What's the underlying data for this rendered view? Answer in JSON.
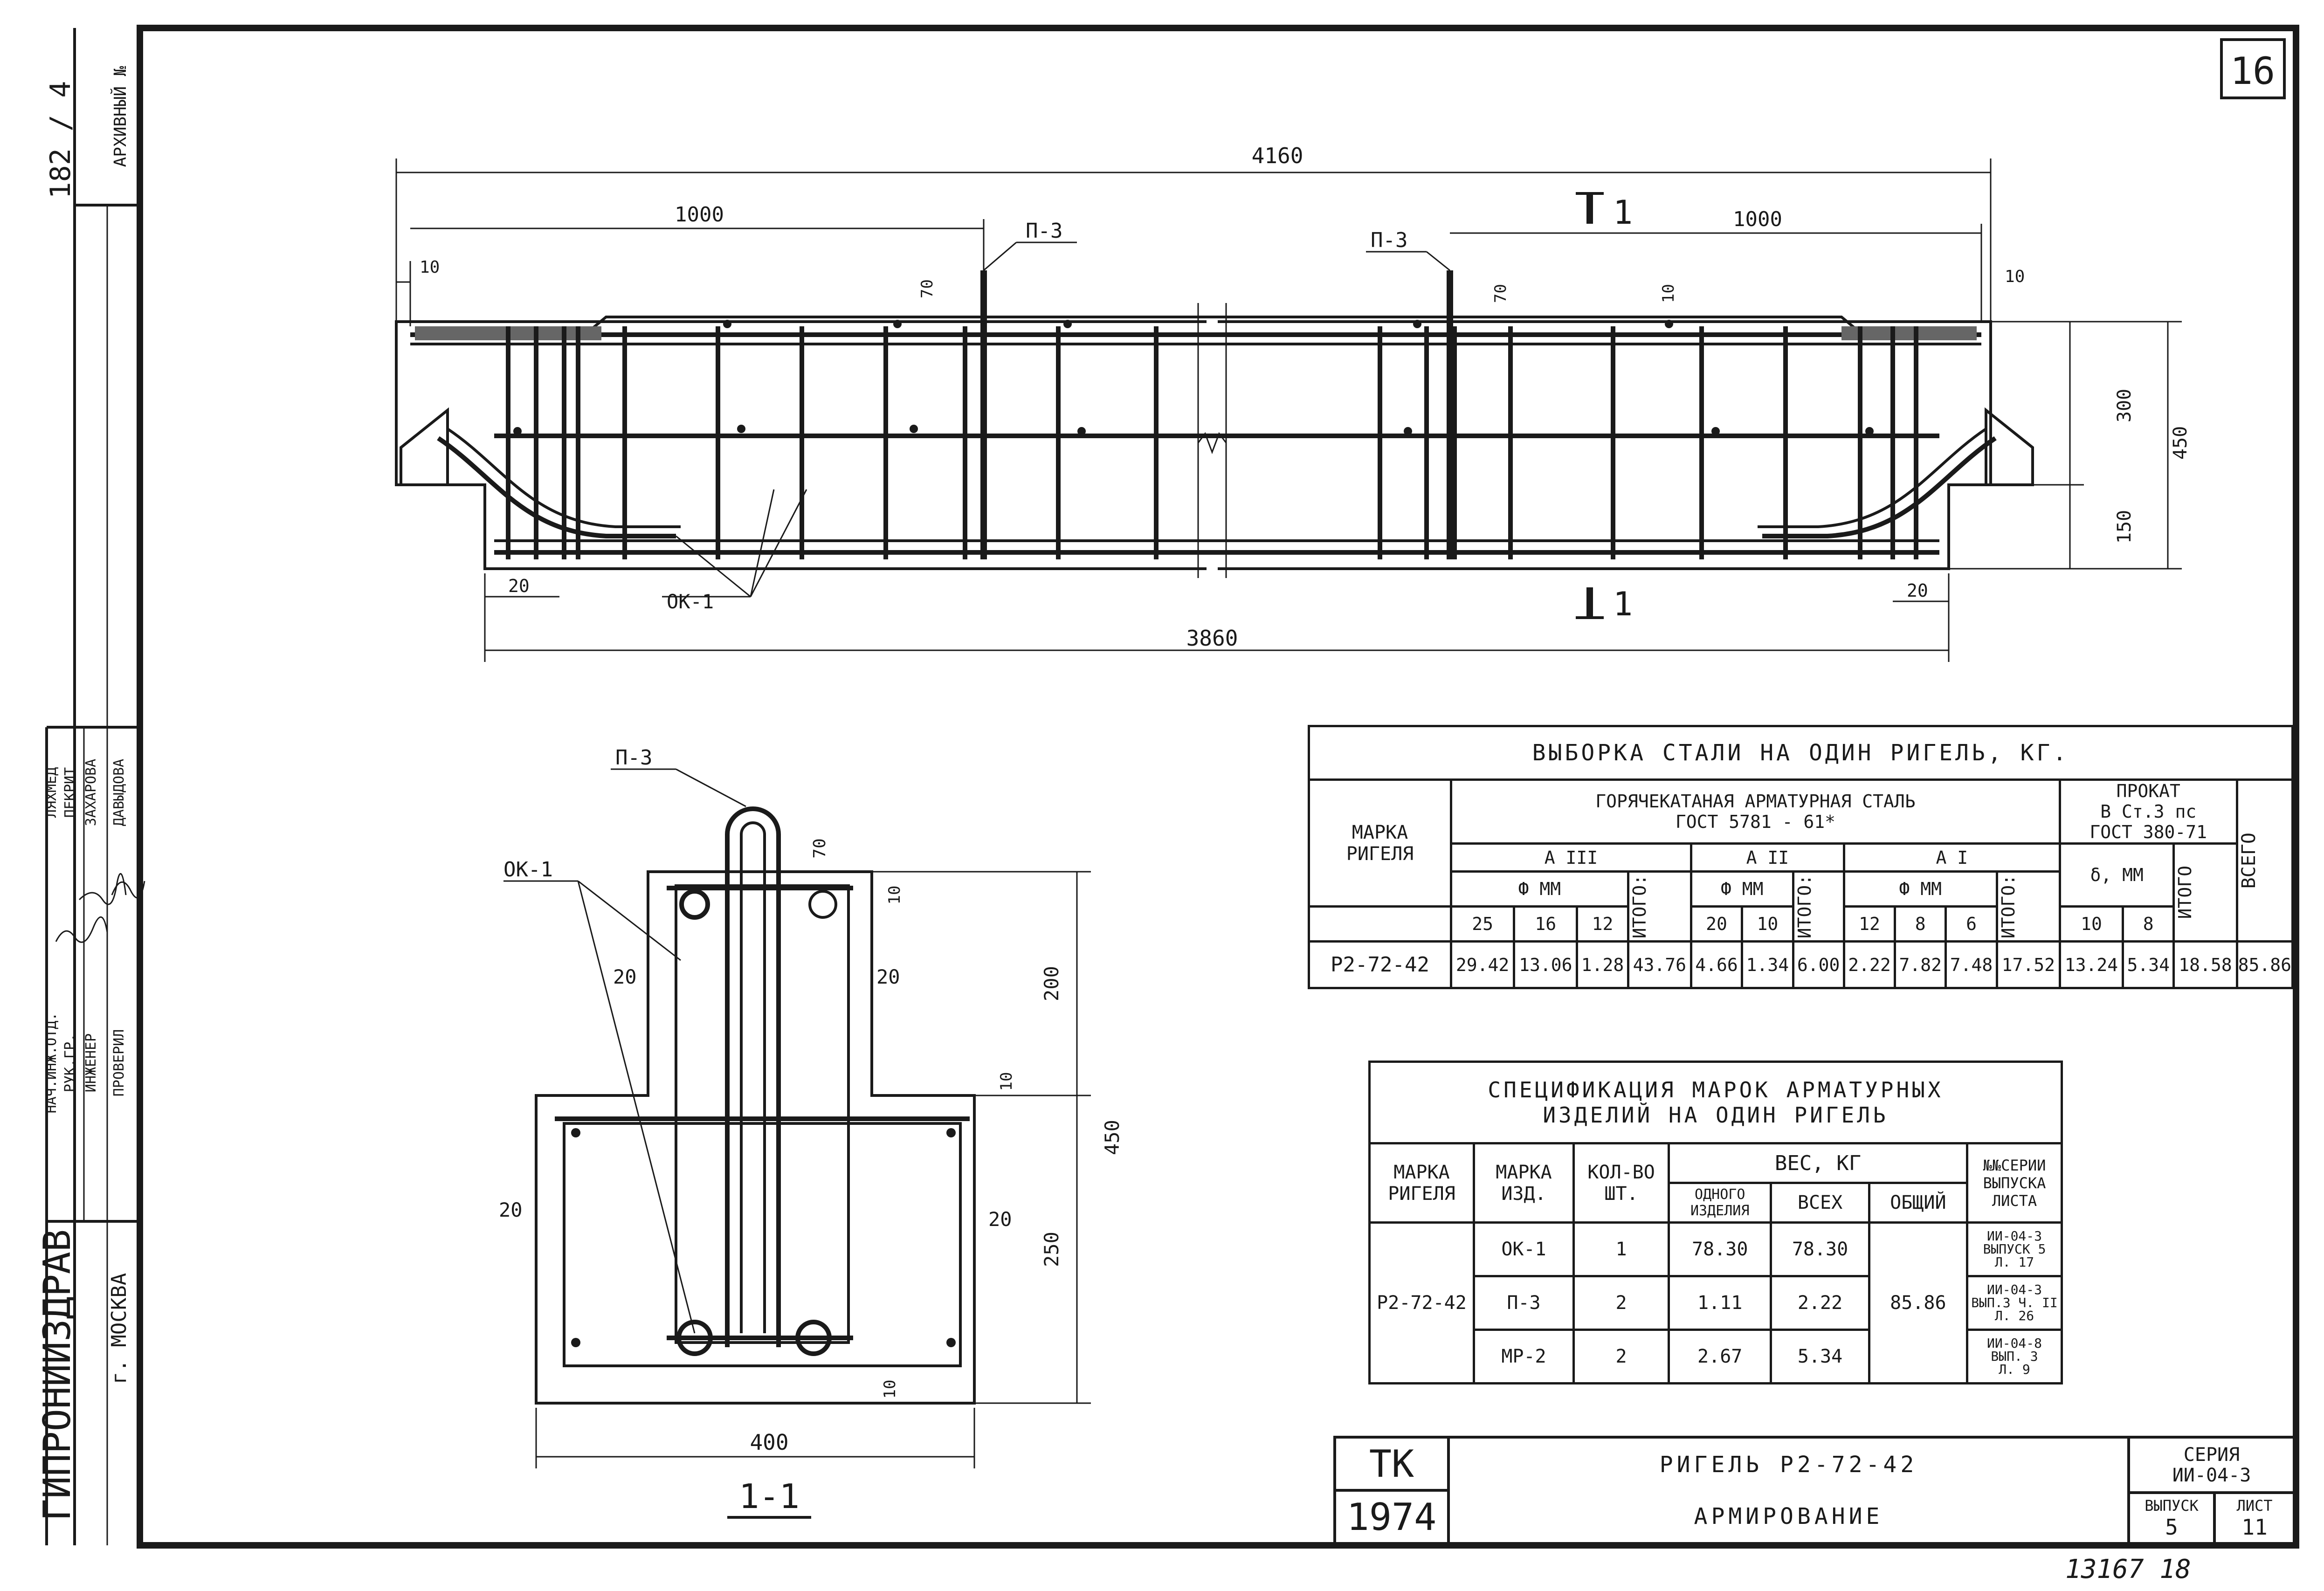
{
  "sheet_number": "16",
  "left_strip": {
    "archive": "АРХИВНЫЙ №",
    "archive_no": "182 / 4",
    "institute": "ГИПРОНИИЗДРАВ",
    "city": "г. МОСКВА",
    "roles": [
      "НАЧ.ИНЖ.ОТД.",
      "РУК.ГР.",
      "ИНЖЕНЕР",
      "ПРОВЕРИЛ"
    ],
    "names": [
      "ЛЯХМЕД",
      "ПЕКРИТ",
      "ЗАХАРОВА",
      "ДАВЫДОВА"
    ]
  },
  "elevation": {
    "dim_total": "4160",
    "dim_left": "1000",
    "dim_right": "1000",
    "dim_10_left": "10",
    "dim_10_right": "10",
    "dim_70_left": "70",
    "dim_70_right": "70",
    "dim_10_mid": "10",
    "dim_300": "300",
    "dim_450": "450",
    "dim_150": "150",
    "dim_20_left": "20",
    "dim_20_right": "20",
    "dim_bottom": "3860",
    "label_p3_left": "П-3",
    "label_p3_right": "П-3",
    "label_ok1": "ОК-1",
    "section_mark_top": "1",
    "section_mark_bottom": "1"
  },
  "section": {
    "title": "1-1",
    "label_p3": "П-3",
    "label_ok1": "ОК-1",
    "dim_70": "70",
    "dim_10_top": "10",
    "dim_200": "200",
    "dim_450": "450",
    "dim_10_mid": "10",
    "dim_250": "250",
    "dim_10_bot": "10",
    "dim_20_ul": "20",
    "dim_20_ur": "20",
    "dim_20_ll": "20",
    "dim_20_lr": "20",
    "dim_400": "400"
  },
  "steel_table": {
    "title": "ВЫБОРКА СТАЛИ НА ОДИН РИГЕЛЬ, КГ.",
    "col_mark": "МАРКА\nРИГЕЛЯ",
    "hot_rolled": "ГОРЯЧЕКАТАНАЯ АРМАТУРНАЯ СТАЛЬ\nГОСТ 5781 - 61*",
    "rolled": "ПРОКАТ\nВ Ст.3 пс\nГОСТ 380-71",
    "total": "ВСЕГО",
    "class_a3": "А III",
    "class_a2": "А II",
    "class_a1": "А I",
    "phi_mm": "Ф ММ",
    "delta_mm": "δ, ММ",
    "itogo": "ИТОГО:",
    "itogo2": "ИТОГО",
    "diam_a3": [
      "25",
      "16",
      "12"
    ],
    "diam_a2": [
      "20",
      "10"
    ],
    "diam_a1": [
      "12",
      "8",
      "6"
    ],
    "thick": [
      "10",
      "8"
    ],
    "row": {
      "mark": "Р2-72-42",
      "values": [
        "29.42",
        "13.06",
        "1.28",
        "43.76",
        "4.66",
        "1.34",
        "6.00",
        "2.22",
        "7.82",
        "7.48",
        "17.52",
        "13.24",
        "5.34",
        "18.58",
        "85.86"
      ]
    }
  },
  "spec_table": {
    "title": "СПЕЦИФИКАЦИЯ МАРОК АРМАТУРНЫХ\nИЗДЕЛИЙ НА ОДИН РИГЕЛЬ",
    "h_mark_rigel": "МАРКА\nРИГЕЛЯ",
    "h_mark_izd": "МАРКА\nИЗД.",
    "h_qty": "КОЛ-ВО\nШТ.",
    "h_weight": "ВЕС, КГ",
    "h_one": "ОДНОГО\nИЗДЕЛИЯ",
    "h_all": "ВСЕХ",
    "h_total": "ОБЩИЙ",
    "h_series": "№№СЕРИИ\nВЫПУСКА\nЛИСТА",
    "rigel": "Р2-72-42",
    "total": "85.86",
    "rows": [
      {
        "mark": "ОК-1",
        "qty": "1",
        "one": "78.30",
        "all": "78.30",
        "series": "ИИ-04-3\nВЫПУСК 5\nЛ. 17"
      },
      {
        "mark": "П-3",
        "qty": "2",
        "one": "1.11",
        "all": "2.22",
        "series": "ИИ-04-3\nВЫП.3 Ч. II\nЛ. 26"
      },
      {
        "mark": "МР-2",
        "qty": "2",
        "one": "2.67",
        "all": "5.34",
        "series": "ИИ-04-8\nВЫП. 3\nЛ. 9"
      }
    ]
  },
  "title_block": {
    "org": "ТК",
    "year": "1974",
    "name": "РИГЕЛЬ Р2-72-42",
    "subtitle": "АРМИРОВАНИЕ",
    "series_label": "СЕРИЯ",
    "series": "ИИ-04-3",
    "issue_label": "ВЫПУСК",
    "issue": "5",
    "sheet_label": "ЛИСТ",
    "sheet": "11"
  },
  "footer_note": "13167  18",
  "colors": {
    "ink": "#1a1a1a",
    "paper": "#ffffff"
  }
}
